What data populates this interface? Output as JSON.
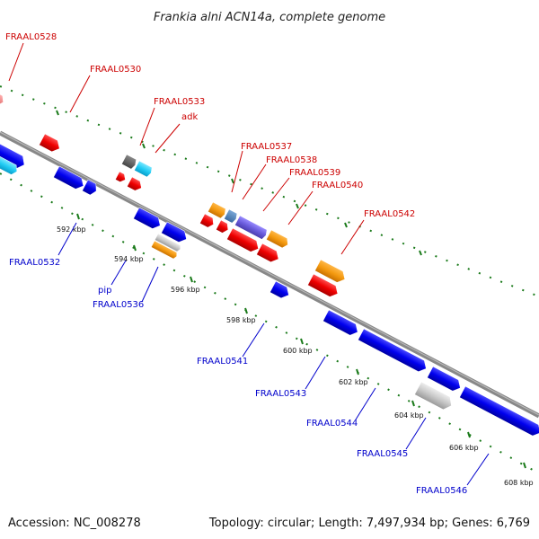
{
  "title": "Frankia alni ACN14a, complete genome",
  "footer": {
    "accession": "Accession: NC_008278",
    "topology": "Topology: circular; Length: 7,497,934 bp; Genes: 6,769"
  },
  "colors": {
    "backbone": "#777777",
    "tick": "#1a7a1a",
    "forward_label": "#cc0000",
    "reverse_label": "#0000cc"
  },
  "scale": {
    "unit": "kbp",
    "ticks": [
      "592 kbp",
      "594 kbp",
      "596 kbp",
      "598 kbp",
      "600 kbp",
      "602 kbp",
      "604 kbp",
      "606 kbp",
      "608 kbp"
    ]
  },
  "genes": {
    "forward_labels": [
      "FRAAL0528",
      "FRAAL0530",
      "FRAAL0533",
      "adk",
      "FRAAL0537",
      "FRAAL0538",
      "FRAAL0539",
      "FRAAL0540",
      "FRAAL0542"
    ],
    "reverse_labels": [
      "FRAAL0532",
      "pip",
      "FRAAL0536",
      "FRAAL0541",
      "FRAAL0543",
      "FRAAL0544",
      "FRAAL0545",
      "FRAAL0546"
    ]
  }
}
